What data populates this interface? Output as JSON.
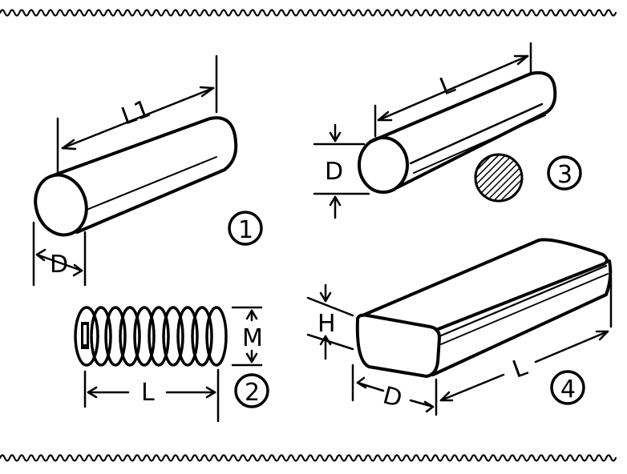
{
  "figure": {
    "colors": {
      "ink": "#000000",
      "paper": "#ffffff"
    },
    "shapes": [
      {
        "number": "1",
        "name": "round bar",
        "dimensions": [
          "L1",
          "D"
        ]
      },
      {
        "number": "2",
        "name": "threaded bar",
        "dimensions": [
          "M",
          "L"
        ]
      },
      {
        "number": "3",
        "name": "bar with cross-section",
        "dimensions": [
          "L",
          "D"
        ]
      },
      {
        "number": "4",
        "name": "flat bar",
        "dimensions": [
          "H",
          "L",
          "D"
        ]
      }
    ],
    "labels": {
      "s1_length": "L1",
      "s1_diameter": "D",
      "s2_thread": "M",
      "s2_length": "L",
      "s3_length": "L",
      "s3_diameter": "D",
      "s4_height": "H",
      "s4_length": "L",
      "s4_width": "D"
    },
    "numbers": {
      "n1": "1",
      "n2": "2",
      "n3": "3",
      "n4": "4"
    },
    "border": {
      "pattern": "wavy-scroll",
      "positions": [
        "top",
        "bottom"
      ]
    }
  }
}
